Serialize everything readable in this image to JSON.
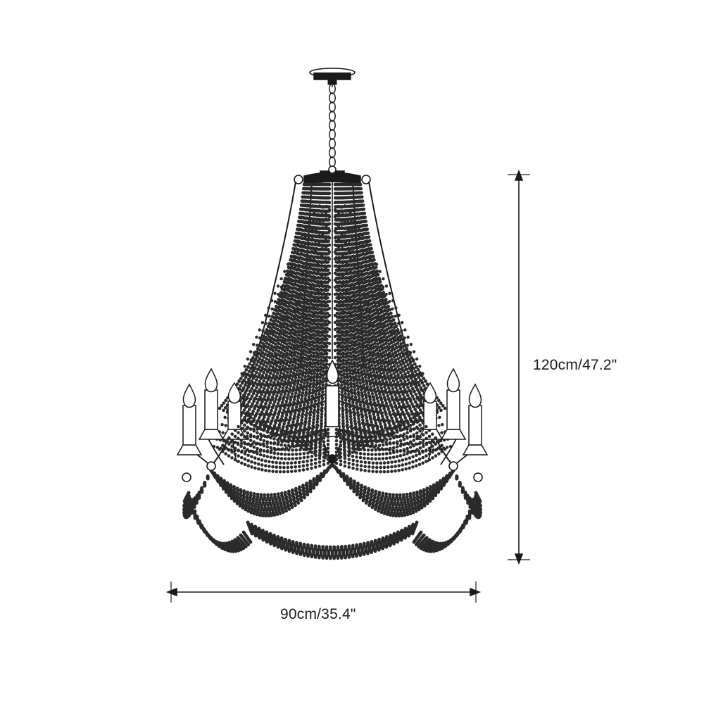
{
  "product": {
    "name": "beaded-chandelier",
    "description": "Line drawing of a multi-tier beaded chandelier with 8 candle arms, suspended from a ceiling canopy by a chain"
  },
  "dimensions": {
    "height_label": "120cm/47.2\"",
    "width_label": "90cm/35.4\""
  },
  "colors": {
    "background": "#ffffff",
    "line": "#1a1a1a",
    "bead": "#2b2b2b",
    "label_text": "#1a1a1a"
  },
  "diagram": {
    "height_arrow_name": "height-dimension-arrow",
    "width_arrow_name": "width-dimension-arrow"
  }
}
